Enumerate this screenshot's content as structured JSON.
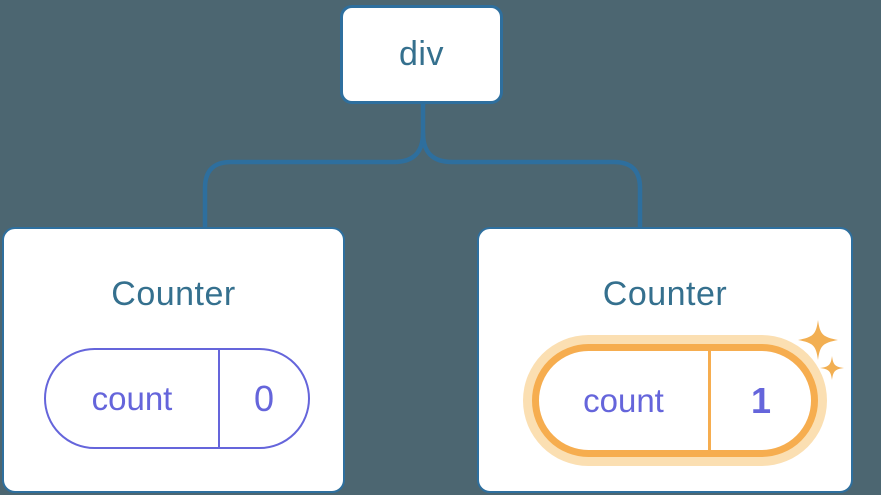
{
  "diagram": {
    "root": {
      "label": "div"
    },
    "children": [
      {
        "title": "Counter",
        "state": {
          "key": "count",
          "value": "0"
        },
        "highlighted": false
      },
      {
        "title": "Counter",
        "state": {
          "key": "count",
          "value": "1"
        },
        "highlighted": true
      }
    ]
  },
  "icons": {
    "highlight": "sparkles"
  },
  "colors": {
    "background": "#4C6671",
    "line": "#2E6F9E",
    "heading": "#35708E",
    "purple": "#6565DB",
    "orange": "#F6AD4F",
    "orange_glow": "#FBDFB2",
    "sparkle": "#F2AF52",
    "card_bg": "#FFFFFF"
  }
}
